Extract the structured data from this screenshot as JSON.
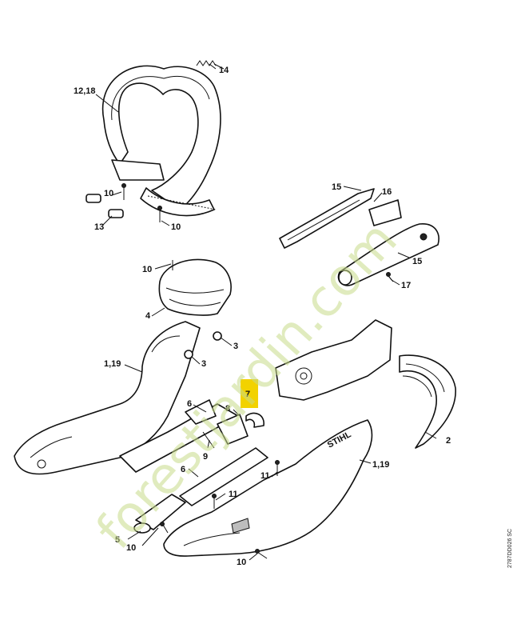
{
  "diagram": {
    "labels": {
      "l14": "14",
      "l12_18": "12,18",
      "l10a": "10",
      "l13": "13",
      "l10b": "10",
      "l15a": "15",
      "l16": "16",
      "l15b": "15",
      "l17": "17",
      "l10c": "10",
      "l4": "4",
      "l3a": "3",
      "l1_19a": "1,19",
      "l3b": "3",
      "l7": "7",
      "l6a": "6",
      "l8": "8",
      "l9": "9",
      "l2": "2",
      "l6b": "6",
      "l1_19b": "1,19",
      "l11a": "11",
      "l11b": "11",
      "l5": "5",
      "l10d": "10",
      "l10e": "10"
    },
    "brand_text": "STIHL",
    "drawing_code": "2787DD026 SC",
    "watermark": "forestjardin.com",
    "highlight_color": "#f2d200"
  }
}
